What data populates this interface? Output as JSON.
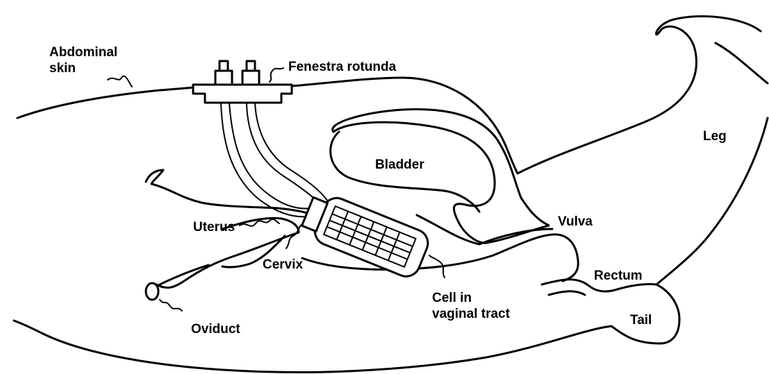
{
  "labels": {
    "abdominal_skin": "Abdominal\nskin",
    "fenestra_rotunda": "Fenestra rotunda",
    "leg": "Leg",
    "bladder": "Bladder",
    "uterus": "Uterus",
    "vulva": "Vulva",
    "cervix": "Cervix",
    "rectum": "Rectum",
    "cell_in_vaginal_tract": "Cell in\nvaginal tract",
    "tail": "Tail",
    "oviduct": "Oviduct"
  }
}
